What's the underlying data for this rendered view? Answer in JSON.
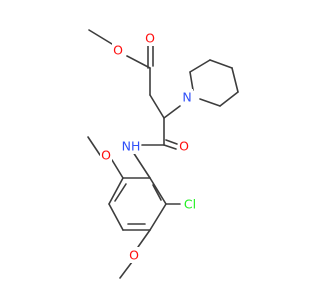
{
  "molecule": {
    "atom_labels": {
      "ester_o_methyl": "O",
      "ester_o_carbonyl": "O",
      "piperidine_n": "N",
      "amide_nh": "NH",
      "amide_o": "O",
      "methoxy_o_upper": "O",
      "chloro": "Cl",
      "methoxy_o_lower": "O"
    },
    "colors": {
      "bond": "#3d3d3d",
      "oxygen": "#ff0d0d",
      "nitrogen": "#3050f8",
      "chlorine": "#1ff01f"
    }
  }
}
